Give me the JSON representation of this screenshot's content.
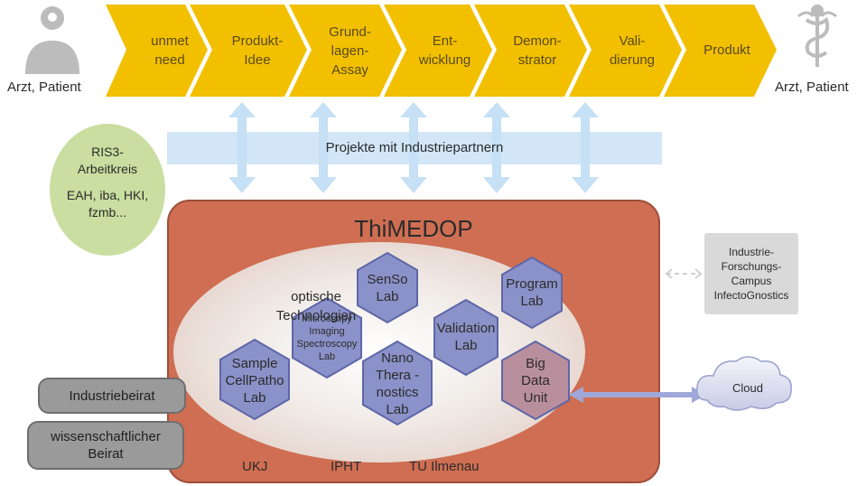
{
  "chevrons": [
    {
      "line1": "unmet",
      "line2": "need",
      "line3": ""
    },
    {
      "line1": "Produkt-",
      "line2": "Idee",
      "line3": ""
    },
    {
      "line1": "Grund-",
      "line2": "lagen-",
      "line3": "Assay"
    },
    {
      "line1": "Ent-",
      "line2": "wicklung",
      "line3": ""
    },
    {
      "line1": "Demon-",
      "line2": "strator",
      "line3": ""
    },
    {
      "line1": "Vali-",
      "line2": "dierung",
      "line3": ""
    },
    {
      "line1": "Produkt",
      "line2": "",
      "line3": ""
    }
  ],
  "left_person_label": "Arzt, Patient",
  "right_person_label": "Arzt, Patient",
  "projects_bar": "Projekte mit Industriepartnern",
  "ris3": {
    "line1": "RIS3-",
    "line2": "Arbeitkreis",
    "line3": "EAH, iba, HKI,",
    "line4": "fzmb..."
  },
  "main_title": "ThiMEDOP",
  "optische": {
    "line1": "optische",
    "line2": "Technologien"
  },
  "hexes": {
    "senso": {
      "line1": "SenSo",
      "line2": "Lab"
    },
    "program": {
      "line1": "Program",
      "line2": "Lab"
    },
    "microscopy": {
      "line1": "Microscopy",
      "line2": "Imaging",
      "line3": "Spectroscopy",
      "line4": "Lab"
    },
    "validation": {
      "line1": "Validation",
      "line2": "Lab"
    },
    "sample": {
      "line1": "Sample",
      "line2": "CellPatho",
      "line3": "Lab"
    },
    "nano": {
      "line1": "Nano",
      "line2": "Thera -",
      "line3": "nostics",
      "line4": "Lab"
    },
    "bigdata": {
      "line1": "Big",
      "line2": "Data",
      "line3": "Unit"
    }
  },
  "campus": {
    "line1": "Industrie-",
    "line2": "Forschungs-",
    "line3": "Campus",
    "line4": "InfectoGnostics"
  },
  "cloud": "Cloud",
  "industriebeirat": "Industriebeirat",
  "wiss_beirat": {
    "line1": "wissenschaftlicher",
    "line2": "Beirat"
  },
  "institutes": [
    "UKJ",
    "IPHT",
    "TU Ilmenau"
  ],
  "colors": {
    "chevron": "#f2c000",
    "panel": "#cf6e52",
    "hex": "#8b92c9",
    "hex_bigdata": "#b98f9e",
    "bar": "#d2e6f7",
    "circle": "#c9dea0"
  }
}
